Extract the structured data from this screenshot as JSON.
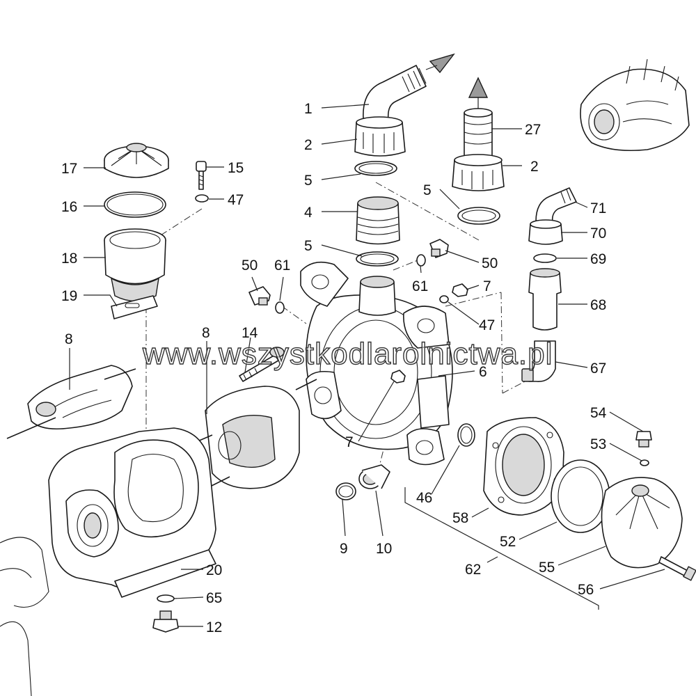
{
  "watermark": "www.wszystkodlarolnictwa.pl",
  "callouts": [
    {
      "id": "c1",
      "label": "1"
    },
    {
      "id": "c2a",
      "label": "2"
    },
    {
      "id": "c5a",
      "label": "5"
    },
    {
      "id": "c4",
      "label": "4"
    },
    {
      "id": "c5b",
      "label": "5"
    },
    {
      "id": "c27",
      "label": "27"
    },
    {
      "id": "c2b",
      "label": "2"
    },
    {
      "id": "c5c",
      "label": "5"
    },
    {
      "id": "c17",
      "label": "17"
    },
    {
      "id": "c15",
      "label": "15"
    },
    {
      "id": "c16",
      "label": "16"
    },
    {
      "id": "c47a",
      "label": "47"
    },
    {
      "id": "c18",
      "label": "18"
    },
    {
      "id": "c19",
      "label": "19"
    },
    {
      "id": "c50a",
      "label": "50"
    },
    {
      "id": "c61a",
      "label": "61"
    },
    {
      "id": "c50b",
      "label": "50"
    },
    {
      "id": "c61b",
      "label": "61"
    },
    {
      "id": "c7a",
      "label": "7"
    },
    {
      "id": "c47b",
      "label": "47"
    },
    {
      "id": "c71",
      "label": "71"
    },
    {
      "id": "c70",
      "label": "70"
    },
    {
      "id": "c69",
      "label": "69"
    },
    {
      "id": "c68",
      "label": "68"
    },
    {
      "id": "c67",
      "label": "67"
    },
    {
      "id": "c8a",
      "label": "8"
    },
    {
      "id": "c8b",
      "label": "8"
    },
    {
      "id": "c14",
      "label": "14"
    },
    {
      "id": "c6",
      "label": "6"
    },
    {
      "id": "c7b",
      "label": "7"
    },
    {
      "id": "c54",
      "label": "54"
    },
    {
      "id": "c53",
      "label": "53"
    },
    {
      "id": "c46",
      "label": "46"
    },
    {
      "id": "c58",
      "label": "58"
    },
    {
      "id": "c52",
      "label": "52"
    },
    {
      "id": "c55",
      "label": "55"
    },
    {
      "id": "c56",
      "label": "56"
    },
    {
      "id": "c62",
      "label": "62"
    },
    {
      "id": "c9",
      "label": "9"
    },
    {
      "id": "c10",
      "label": "10"
    },
    {
      "id": "c20",
      "label": "20"
    },
    {
      "id": "c65",
      "label": "65"
    },
    {
      "id": "c12",
      "label": "12"
    }
  ]
}
